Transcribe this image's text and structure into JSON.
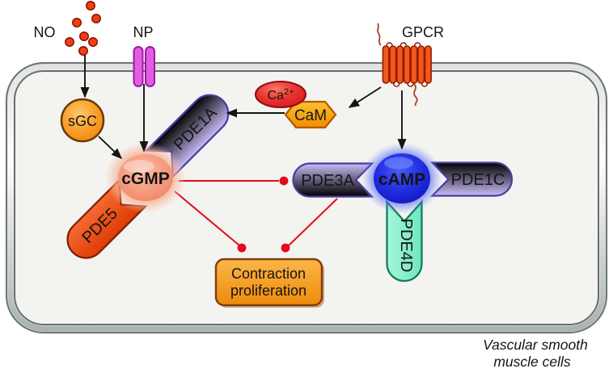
{
  "figure": {
    "labels": {
      "no": "NO",
      "np": "NP",
      "gpcr": "GPCR"
    },
    "nodes": {
      "sgc": "sGC",
      "cam": "CaM",
      "ca_base": "Ca",
      "ca_sup": "2+",
      "cgmp": "cGMP",
      "camp": "cAMP",
      "pde1a": "PDE1A",
      "pde5": "PDE5",
      "pde3a": "PDE3A",
      "pde1c": "PDE1C",
      "pde4d": "PDE4D"
    },
    "output_box": {
      "line1": "Contraction",
      "line2": "proliferation"
    },
    "caption": {
      "line1": "Vascular smooth",
      "line2": "muscle cells"
    },
    "colors": {
      "activation_arrow": "#141414",
      "inhibition_line": "#e50a1a",
      "cgmp_text": "#e03010",
      "camp_core": "#1b24dd",
      "pde_lavender": "#b4a4f0",
      "pde5_orange_red": "#e8481a",
      "pde4d_teal": "#7fefcd",
      "sgc_orange": "#f89f2a",
      "cam_orange": "#f5a01e",
      "ca_red": "#e8232a",
      "np_magenta": "#e35ce3",
      "gpcr_orange": "#f2581c",
      "output_box_orange": "#f59d20",
      "membrane_gray": "#aab3b0"
    }
  }
}
